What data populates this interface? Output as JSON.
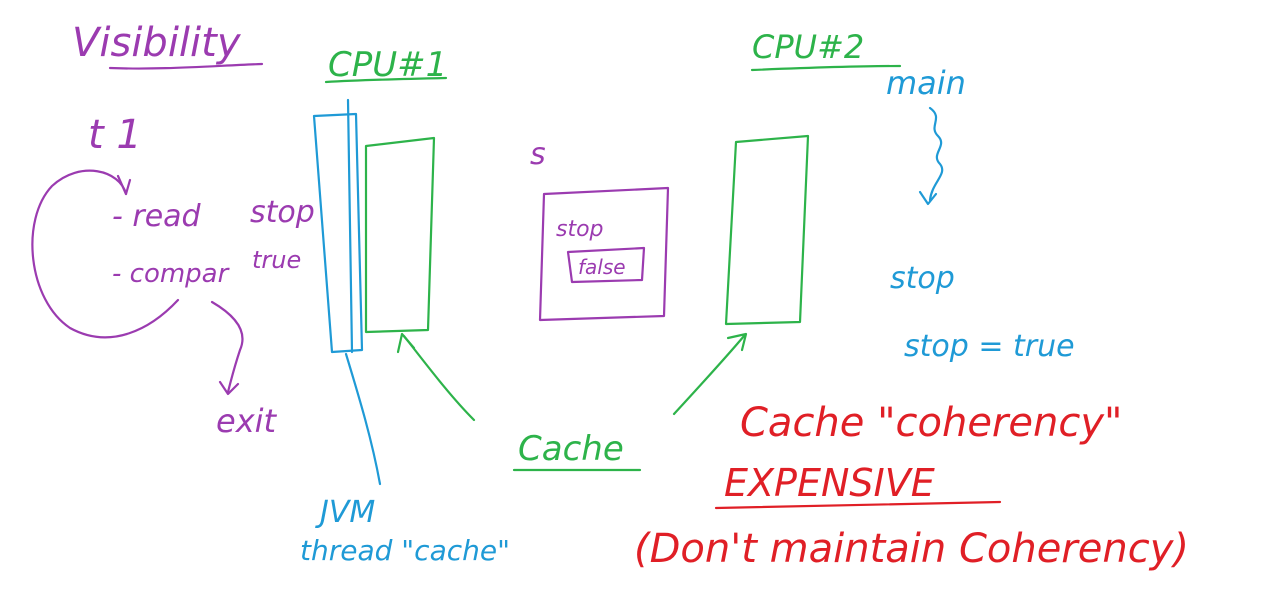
{
  "colors": {
    "purple": "#9b3bb0",
    "green": "#2db34a",
    "blue": "#1f9ad6",
    "red": "#e01f26"
  },
  "heading": "Visibility",
  "thread_label": "t 1",
  "loop_steps": {
    "read": "- read",
    "read_target": "stop",
    "compare": "- compar",
    "compare_target": "true",
    "exit": "exit"
  },
  "cpu1_label": "CPU#1",
  "cpu2_label": "CPU#2",
  "main_label": "main",
  "s_label": "s",
  "stop_var": {
    "name": "stop",
    "value": "false"
  },
  "cpu2_notes": {
    "line1": "stop",
    "line2": "stop = true"
  },
  "cache_label": "Cache",
  "jvm_label": {
    "line1": "JVM",
    "line2": "thread \"cache\""
  },
  "red_notes": {
    "line1": "Cache \"coherency\"",
    "line2": "EXPENSIVE",
    "line3": "(Don't maintain Coherency)"
  }
}
